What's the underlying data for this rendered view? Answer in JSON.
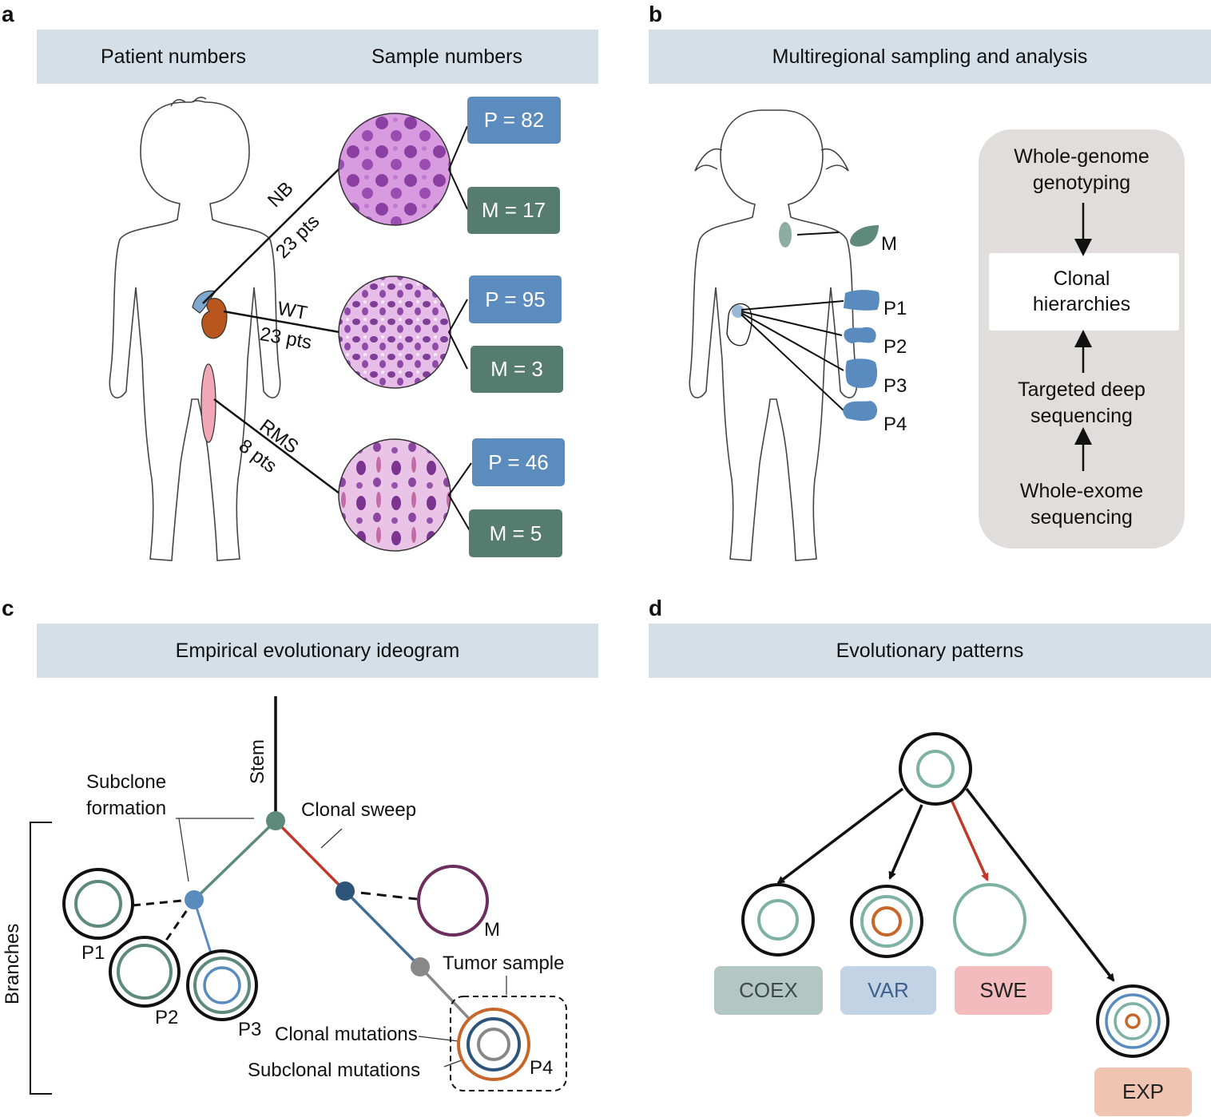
{
  "panels": {
    "a": {
      "letter": "a",
      "header_left": "Patient numbers",
      "header_right": "Sample numbers",
      "tumors": [
        {
          "name": "NB",
          "pts": "23 pts",
          "p_label": "P = 82",
          "m_label": "M = 17"
        },
        {
          "name": "WT",
          "pts": "23 pts",
          "p_label": "P = 95",
          "m_label": "M = 3"
        },
        {
          "name": "RMS",
          "pts": "8 pts",
          "p_label": "P = 46",
          "m_label": "M = 5"
        }
      ]
    },
    "b": {
      "letter": "b",
      "header": "Multiregional sampling and analysis",
      "sample_labels": [
        "M",
        "P1",
        "P2",
        "P3",
        "P4"
      ],
      "flow": {
        "top_line1": "Whole-genome",
        "top_line2": "genotyping",
        "center_line1": "Clonal",
        "center_line2": "hierarchies",
        "mid_line1": "Targeted deep",
        "mid_line2": "sequencing",
        "bottom_line1": "Whole-exome",
        "bottom_line2": "sequencing"
      }
    },
    "c": {
      "letter": "c",
      "header": "Empirical evolutionary ideogram",
      "labels": {
        "stem": "Stem",
        "branches": "Branches",
        "subclone_line1": "Subclone",
        "subclone_line2": "formation",
        "clonal_sweep": "Clonal sweep",
        "tumor_sample": "Tumor sample",
        "clonal_mutations": "Clonal mutations",
        "subclonal_mutations": "Subclonal mutations",
        "p1": "P1",
        "p2": "P2",
        "p3": "P3",
        "p4": "P4",
        "m": "M"
      }
    },
    "d": {
      "letter": "d",
      "header": "Evolutionary patterns",
      "patterns": [
        {
          "label": "COEX",
          "color": "#b3c7c2",
          "text_color": "#3f4a47"
        },
        {
          "label": "VAR",
          "color": "#c2d3e6",
          "text_color": "#3f5f8e"
        },
        {
          "label": "SWE",
          "color": "#f4bbbd",
          "text_color": "#222222"
        },
        {
          "label": "EXP",
          "color": "#efc5b2",
          "text_color": "#222222"
        }
      ]
    }
  },
  "colors": {
    "header_bg": "#d4dfe8",
    "primary_box": "#5c8bbd",
    "metastasis_box": "#567c6f",
    "green": "#5e8a7b",
    "blue": "#5a8bbf",
    "red": "#c0392b",
    "purple": "#6b2e5e",
    "orange": "#c8662a",
    "gray": "#888888"
  }
}
